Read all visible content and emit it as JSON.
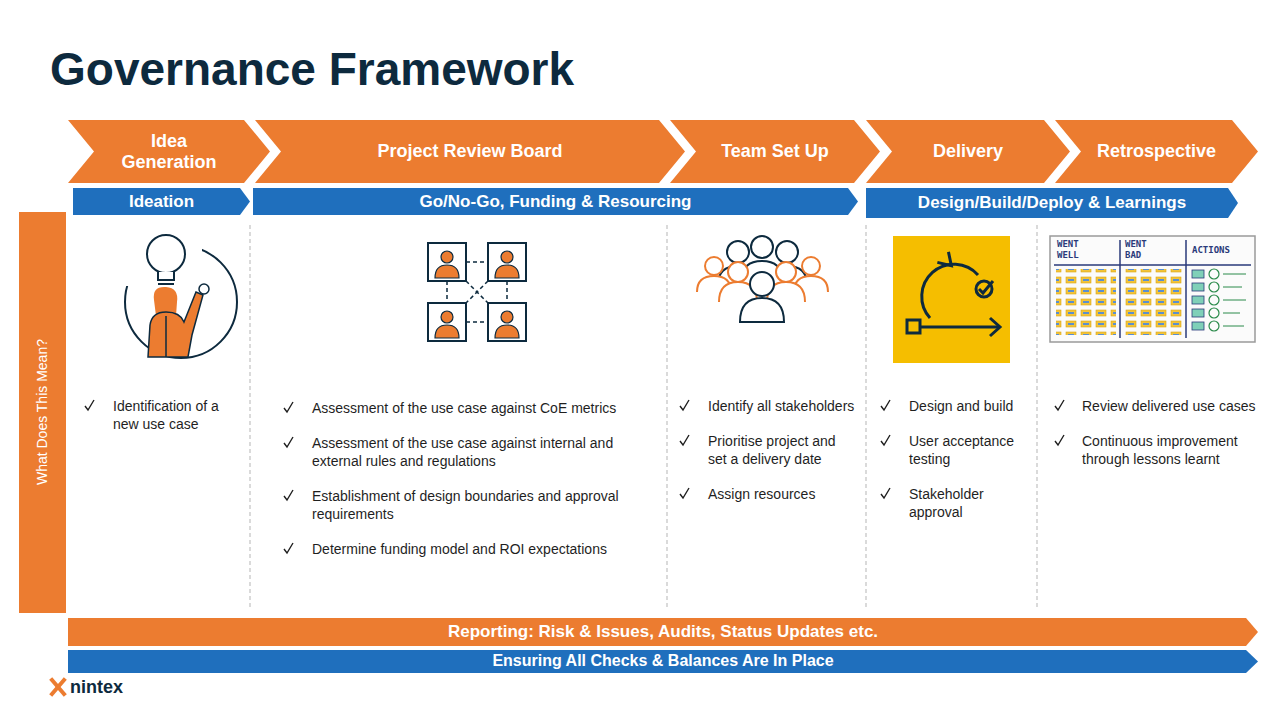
{
  "diagram": {
    "title": "Governance Framework",
    "nodes": [
      {
        "text": [
          "Idea Generation"
        ]
      },
      {
        "text": [
          "Project Review Board"
        ]
      },
      {
        "text": [
          "Team Set Up"
        ]
      },
      {
        "text": [
          "Delivery"
        ]
      },
      {
        "text": [
          "Retrospective"
        ]
      },
      {
        "text": [
          "Ideation"
        ]
      },
      {
        "text": [
          "Go/No-Go, Funding & Resourcing"
        ]
      },
      {
        "text": [
          "Design/Build/Deploy & Learnings"
        ]
      },
      {
        "text": [
          "What Does This Mean?"
        ]
      },
      {
        "text": [
          "Reporting: Risk & Issues, Audits, Status Updates etc."
        ]
      },
      {
        "text": [
          "Ensuring All Checks & Balances Are In Place"
        ]
      }
    ],
    "labels": [
      "Identification of a new use case",
      "Assessment of the use case against CoE metrics",
      "Assessment of the use case against internal and external rules and regulations",
      "Establishment of design boundaries and approval requirements",
      "Determine funding model and ROI expectations",
      "Identify all stakeholders",
      "Prioritise project and set a delivery date",
      "Assign resources",
      "Design and build",
      "User acceptance testing",
      "Stakeholder approval",
      "Review delivered use cases",
      "Continuous improvement through lessons learnt",
      "WENT WELL",
      "WENT BAD",
      "ACTIONS",
      "nintex"
    ]
  }
}
